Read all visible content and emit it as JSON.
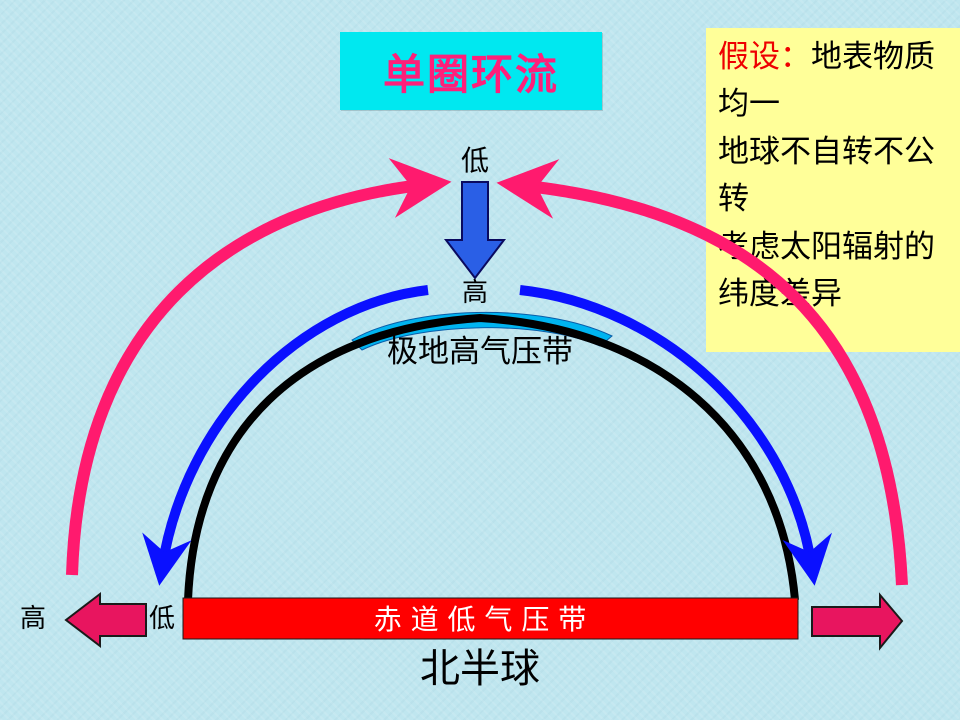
{
  "title": "单圈环流",
  "assumptions": {
    "heading": "假设：",
    "line1": "地表物质均一",
    "line2": "地球不自转不公转",
    "line3": "考虑太阳辐射的纬度差异"
  },
  "labels": {
    "top_low": "低",
    "top_high": "高",
    "polar_high": "极地高气压带",
    "left_high": "高",
    "left_low": "低",
    "equator_low": "赤 道 低 气 压 带",
    "hemisphere": "北半球"
  },
  "colors": {
    "upper_flow": "#ff1a6e",
    "surface_flow": "#0a10ff",
    "descending_arrow": "#2a5fe6",
    "equator_band": "#ff0000",
    "polar_cap": "#00b4f0",
    "title_bg": "#00e8f0",
    "title_text": "#ff1f7a",
    "note_bg": "#ffff99"
  }
}
